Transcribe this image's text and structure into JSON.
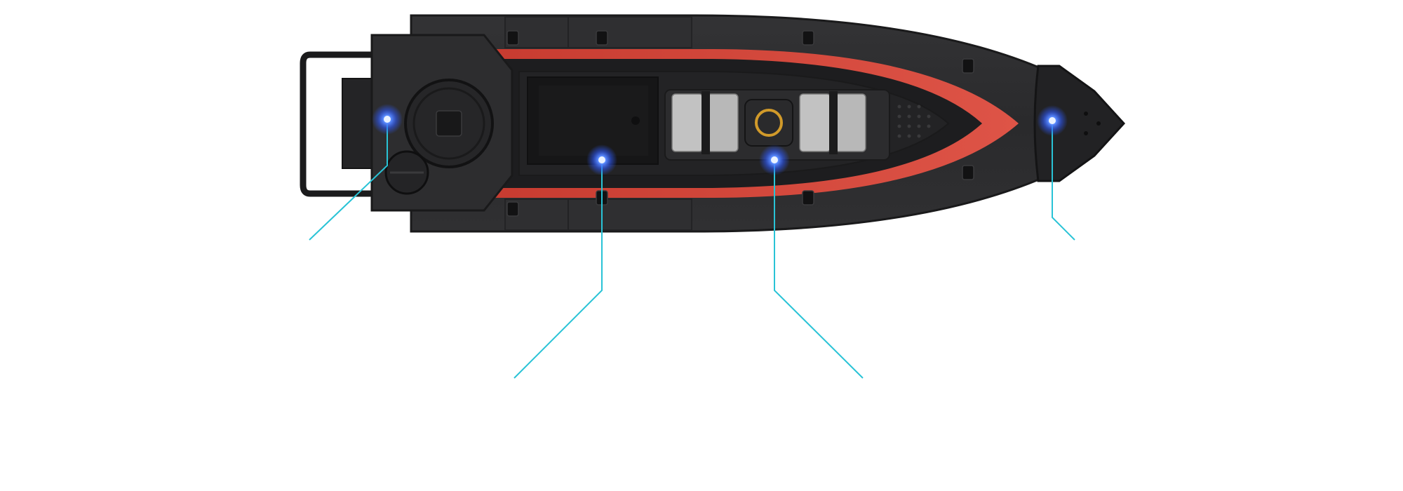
{
  "colors": {
    "background": "#ffffff",
    "hull": "#2b2b2c",
    "hull_edge": "#1a1a1b",
    "deck": "#1e1e20",
    "gunwale_red": "#d2473b",
    "seat": "#bdbdbd",
    "seat_dark": "#8f8f8f",
    "callout_line": "#29c3d6",
    "hotspot": "#3d6cff"
  },
  "hotspots": [
    {
      "name": "hotspot-stern-engine",
      "icon": "glowing-dot-icon"
    },
    {
      "name": "hotspot-cargo-bay",
      "icon": "glowing-dot-icon"
    },
    {
      "name": "hotspot-seating",
      "icon": "glowing-dot-icon"
    },
    {
      "name": "hotspot-bow",
      "icon": "glowing-dot-icon"
    }
  ]
}
